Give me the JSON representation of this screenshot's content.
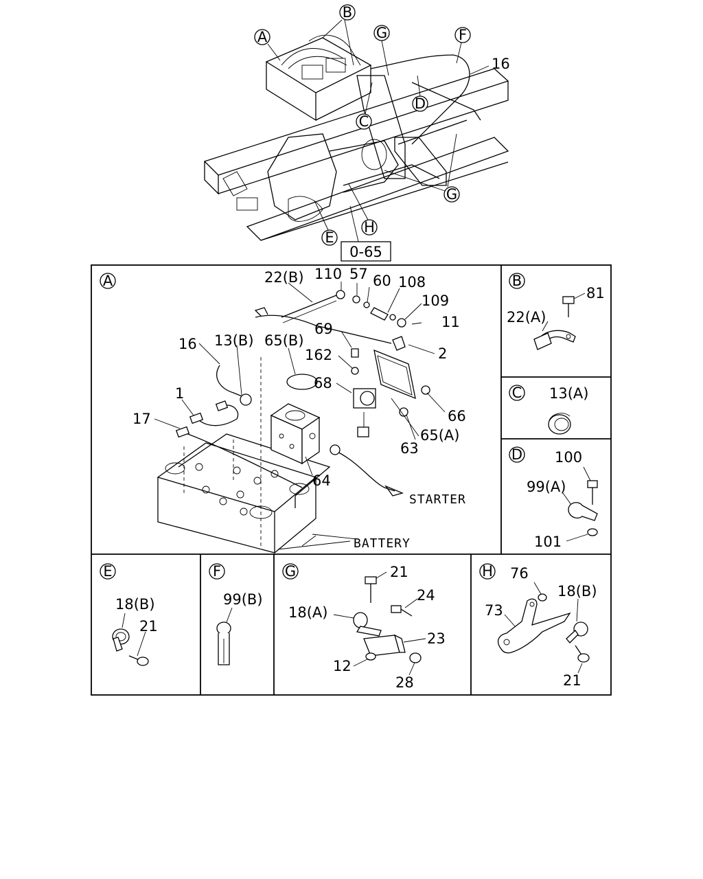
{
  "reference_box": "0-65",
  "callouts_top": {
    "A": "A",
    "B": "B",
    "C": "C",
    "D": "D",
    "E": "E",
    "F": "F",
    "G1": "G",
    "G2": "G",
    "H": "H",
    "p16": "16"
  },
  "panel_A": {
    "letter": "A",
    "labels": {
      "p22B": "22(B)",
      "p110": "110",
      "p57": "57",
      "p60": "60",
      "p108": "108",
      "p109": "109",
      "p11": "11",
      "p2": "2",
      "p69": "69",
      "p162": "162",
      "p68": "68",
      "p16": "16",
      "p13B": "13(B)",
      "p65B": "65(B)",
      "p1": "1",
      "p17": "17",
      "p66": "66",
      "p65A": "65(A)",
      "p63": "63",
      "p64": "64"
    },
    "starter": "STARTER",
    "battery": "BATTERY"
  },
  "panel_B": {
    "letter": "B",
    "labels": {
      "p81": "81",
      "p22A": "22(A)"
    }
  },
  "panel_C": {
    "letter": "C",
    "labels": {
      "p13A": "13(A)"
    }
  },
  "panel_D": {
    "letter": "D",
    "labels": {
      "p100": "100",
      "p99A": "99(A)",
      "p101": "101"
    }
  },
  "panel_E": {
    "letter": "E",
    "labels": {
      "p18B": "18(B)",
      "p21": "21"
    }
  },
  "panel_F": {
    "letter": "F",
    "labels": {
      "p99B": "99(B)"
    }
  },
  "panel_G": {
    "letter": "G",
    "labels": {
      "p21": "21",
      "p24": "24",
      "p18A": "18(A)",
      "p23": "23",
      "p12": "12",
      "p28": "28"
    }
  },
  "panel_H": {
    "letter": "H",
    "labels": {
      "p76": "76",
      "p18B": "18(B)",
      "p73": "73",
      "p21": "21"
    }
  }
}
